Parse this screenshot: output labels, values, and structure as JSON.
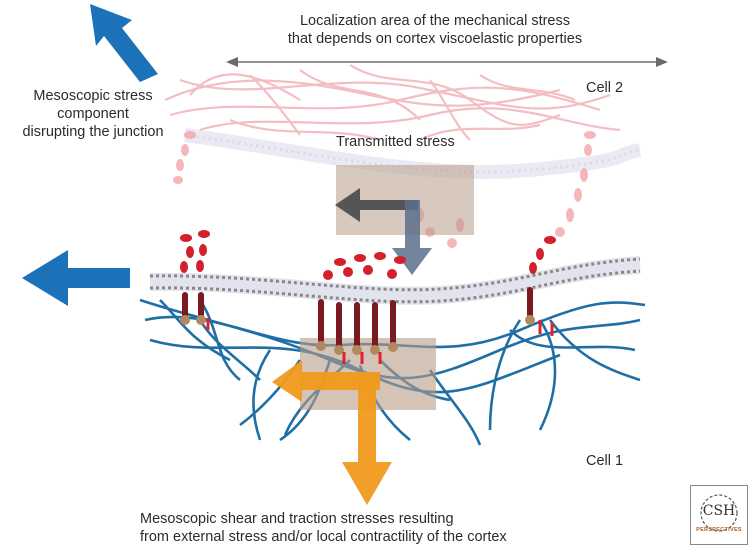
{
  "labels": {
    "localization_area": "Localization area of the mechanical stress\nthat depends on cortex viscoelastic properties",
    "mesoscopic_disrupting": "Mesoscopic stress\ncomponent\ndisrupting the junction",
    "cell2": "Cell 2",
    "transmitted_stress": "Transmitted stress",
    "cell1": "Cell 1",
    "shear_traction": "Mesoscopic shear and traction stresses resulting\nfrom external stress and/or local contractility of the cortex"
  },
  "logo": {
    "main": "CSH",
    "sub": "PERSPECTIVES"
  },
  "colors": {
    "cell1_actin": "#1f6fa6",
    "cell2_actin": "#f2b3b8",
    "cadherin_red": "#d4202a",
    "blue_arrow": "#1c72b8",
    "orange_arrow": "#f09a1c",
    "stress_box": "#b89c88",
    "membrane_gray": "#8a8a8a"
  }
}
